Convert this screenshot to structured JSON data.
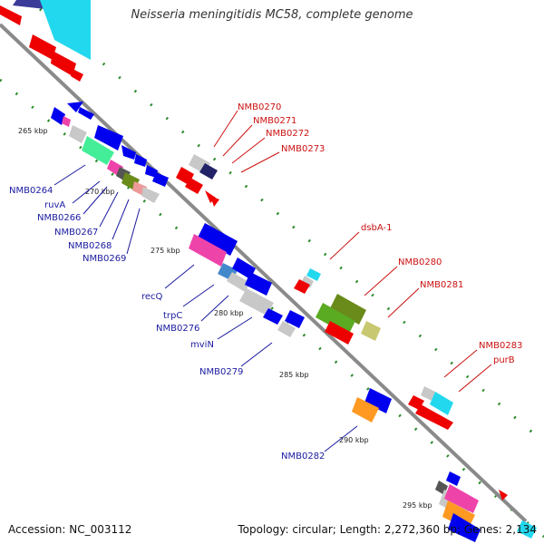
{
  "title": "Neisseria meningitidis MC58, complete genome",
  "accession": "Accession: NC_003112",
  "topology": "Topology: circular; Length: 2,272,360 bp; Genes: 2,134",
  "kbp_labels": [
    "265 kbp",
    "270 kbp",
    "275 kbp",
    "280 kbp",
    "285 kbp",
    "290 kbp",
    "295 kbp"
  ],
  "gene_labels_left": [
    "NMB0264",
    "ruvA",
    "NMB0266",
    "NMB0267",
    "NMB0268",
    "NMB0269",
    "recQ",
    "trpC",
    "NMB0276",
    "mviN",
    "NMB0279",
    "NMB0282"
  ],
  "gene_labels_right": [
    "NMB0270",
    "NMB0271",
    "NMB0272",
    "NMB0273",
    "dsbA-1",
    "NMB0280",
    "NMB0281",
    "NMB0283",
    "purB"
  ],
  "colors": {
    "backbone": "#8a8a8a",
    "tick": "#2a8a2a",
    "left_label": "#1a1aa0",
    "right_label": "#cc1111",
    "red": "#ee0000",
    "blue": "#0000ee",
    "cyan": "#22d8ee",
    "magenta": "#ee44aa",
    "olive": "#6a8a1a",
    "green": "#5aaa22",
    "grey": "#c8c8c8",
    "orange": "#ff9922"
  }
}
